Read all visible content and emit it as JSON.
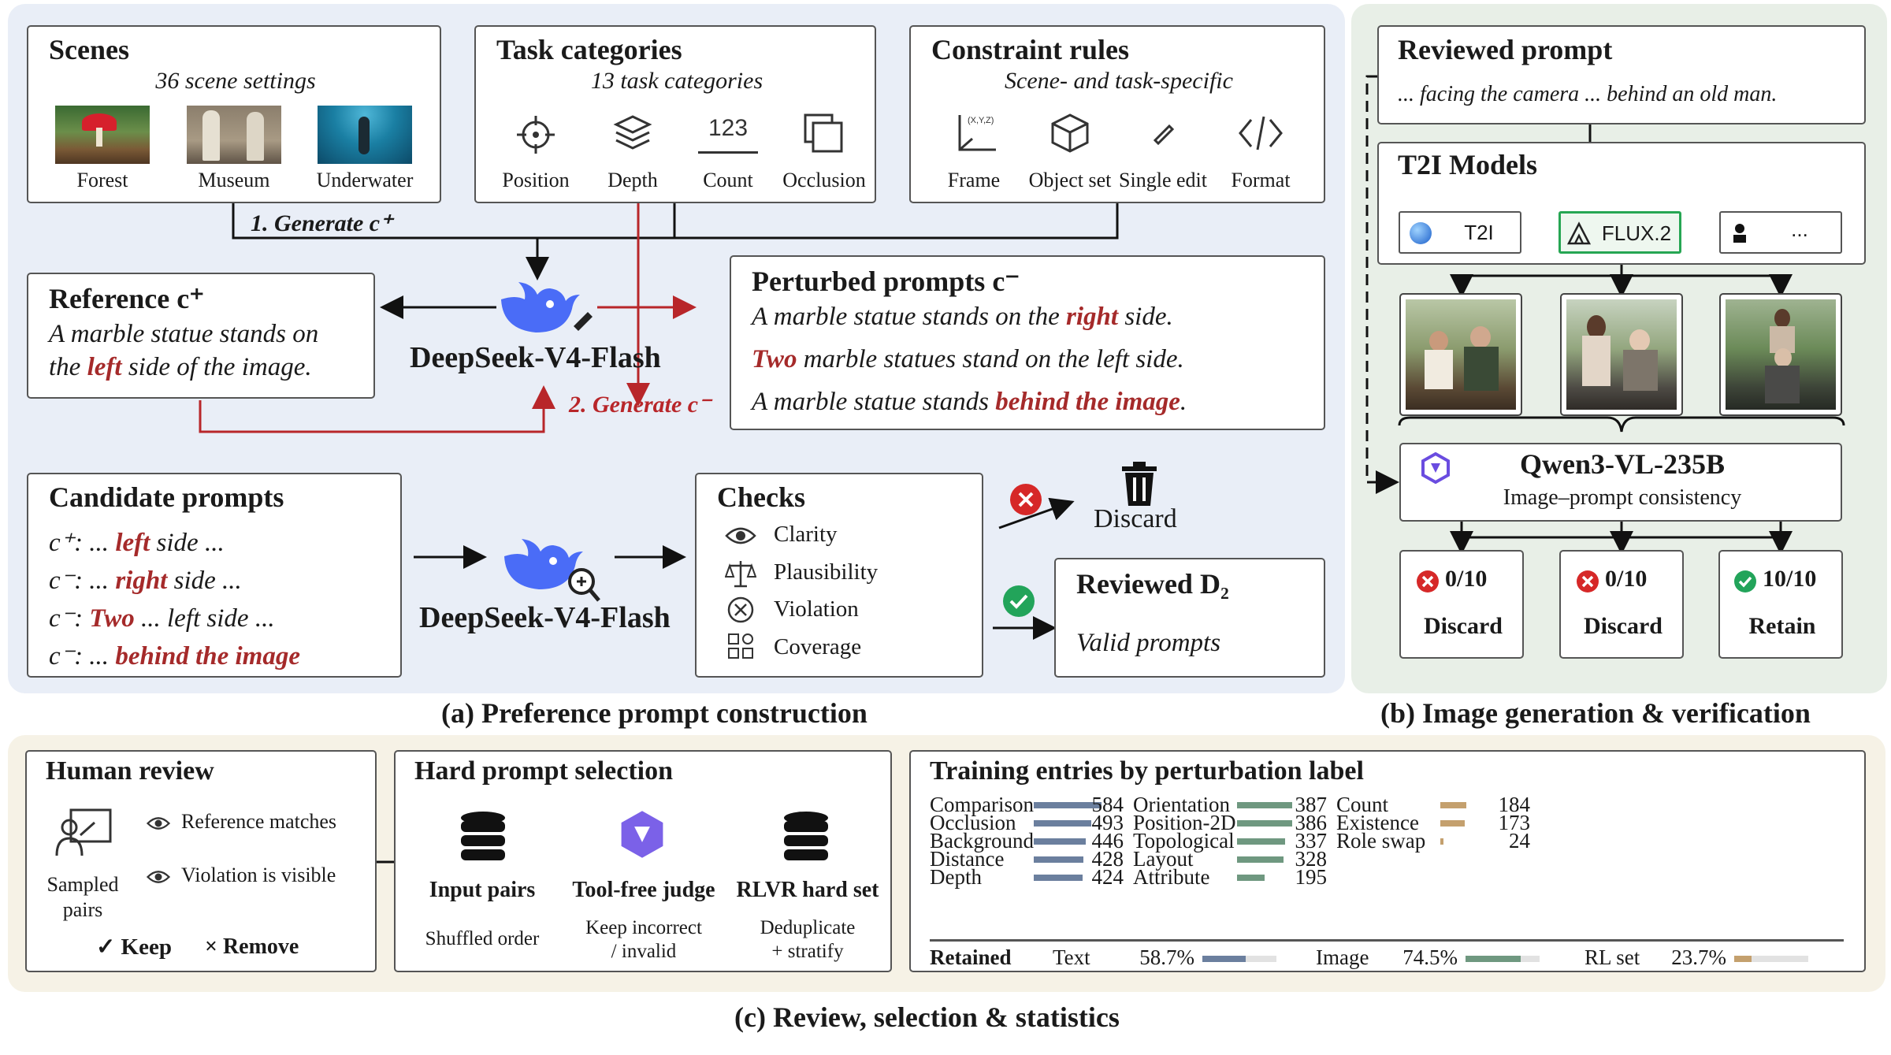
{
  "panel_a": {
    "caption": "(a) Preference prompt construction",
    "scenes": {
      "title": "Scenes",
      "subtitle": "36 scene settings",
      "items": [
        "Forest",
        "Museum",
        "Underwater"
      ]
    },
    "tasks": {
      "title": "Task categories",
      "subtitle": "13 task categories",
      "items": [
        "Position",
        "Depth",
        "Count",
        "Occlusion"
      ],
      "count_glyph": "123"
    },
    "constraints": {
      "title": "Constraint rules",
      "subtitle": "Scene- and task-specific",
      "items": [
        "Frame",
        "Object set",
        "Single edit",
        "Format"
      ],
      "frame_glyph": "(X,Y,Z)"
    },
    "step1": "1. Generate c⁺",
    "step2": "2. Generate c⁻",
    "model_name": "DeepSeek-V4-Flash",
    "reference": {
      "title": "Reference c⁺",
      "line1": "A marble statue stands on",
      "line2_pre": "the ",
      "line2_red": "left",
      "line2_post": " side of the image."
    },
    "perturbed": {
      "title": "Perturbed prompts c⁻",
      "l1_pre": "A marble statue stands on the ",
      "l1_red": "right",
      "l1_post": " side.",
      "l2_red": "Two",
      "l2_post": " marble statues stand on the left side.",
      "l3_pre": "A marble statue stands ",
      "l3_red": "behind the image",
      "l3_post": "."
    },
    "candidates": {
      "title": "Candidate prompts",
      "rows": [
        {
          "pre": "c⁺: ... ",
          "red": "left",
          "post": " side ..."
        },
        {
          "pre": "c⁻: ... ",
          "red": "right",
          "post": " side ..."
        },
        {
          "pre": "c⁻: ",
          "red": "Two",
          "post": " ... left side ..."
        },
        {
          "pre": "c⁻: ... ",
          "red": "behind the image",
          "post": ""
        }
      ]
    },
    "checks": {
      "title": "Checks",
      "items": [
        "Clarity",
        "Plausibility",
        "Violation",
        "Coverage"
      ]
    },
    "discard": "Discard",
    "reviewed": {
      "title": "Reviewed D₂",
      "body": "Valid prompts"
    }
  },
  "panel_b": {
    "caption": "(b) Image generation & verification",
    "reviewed_prompt": {
      "title": "Reviewed prompt",
      "body": "... facing the camera ... behind an old man."
    },
    "t2i": {
      "title": "T2I Models",
      "models": [
        "T2I",
        "FLUX.2",
        "..."
      ]
    },
    "verifier": {
      "name": "Qwen3-VL-235B",
      "desc": "Image–prompt consistency"
    },
    "results": [
      {
        "score": "0/10",
        "action": "Discard",
        "ok": false
      },
      {
        "score": "0/10",
        "action": "Discard",
        "ok": false
      },
      {
        "score": "10/10",
        "action": "Retain",
        "ok": true
      }
    ]
  },
  "panel_c": {
    "caption": "(c) Review, selection & statistics",
    "human": {
      "title": "Human review",
      "sampled1": "Sampled",
      "sampled2": "pairs",
      "check1": "Reference matches",
      "check2": "Violation is visible",
      "keep": "✓ Keep",
      "remove": "× Remove"
    },
    "hard": {
      "title": "Hard prompt selection",
      "steps": [
        {
          "name": "Input pairs",
          "desc1": "Shuffled order",
          "desc2": ""
        },
        {
          "name": "Tool-free judge",
          "desc1": "Keep incorrect",
          "desc2": "/ invalid"
        },
        {
          "name": "RLVR hard set",
          "desc1": "Deduplicate",
          "desc2": "+ stratify"
        }
      ]
    },
    "stats": {
      "title": "Training entries by perturbation label",
      "columns": [
        {
          "color": "#6b7f9e",
          "rows": [
            [
              "Comparison",
              584
            ],
            [
              "Occlusion",
              493
            ],
            [
              "Background",
              446
            ],
            [
              "Distance",
              428
            ],
            [
              "Depth",
              424
            ]
          ]
        },
        {
          "color": "#6f9880",
          "rows": [
            [
              "Orientation",
              387
            ],
            [
              "Position-2D",
              386
            ],
            [
              "Topological",
              337
            ],
            [
              "Layout",
              328
            ],
            [
              "Attribute",
              195
            ]
          ]
        },
        {
          "color": "#c4a06e",
          "rows": [
            [
              "Count",
              184
            ],
            [
              "Existence",
              173
            ],
            [
              "Role swap",
              24
            ]
          ]
        }
      ],
      "retained_label": "Retained",
      "retained": [
        {
          "name": "Text",
          "value": "58.7%",
          "fraction": 0.587,
          "color": "#6b7f9e"
        },
        {
          "name": "Image",
          "value": "74.5%",
          "fraction": 0.745,
          "color": "#6f9880"
        },
        {
          "name": "RL set",
          "value": "23.7%",
          "fraction": 0.237,
          "color": "#c4a06e"
        }
      ]
    }
  }
}
